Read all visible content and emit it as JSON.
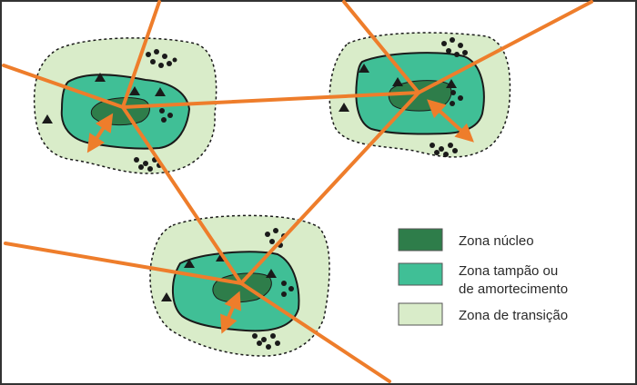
{
  "colors": {
    "core": "#2e7d4a",
    "buffer": "#40bf96",
    "transition": "#d9ecc9",
    "corridor": "#ee7d2b",
    "outline": "#1a1a1a",
    "frame": "#333333"
  },
  "legend": {
    "items": [
      {
        "key": "core",
        "lines": [
          "Zona núcleo"
        ]
      },
      {
        "key": "buffer",
        "lines": [
          "Zona tampão ou",
          "de amortecimento"
        ]
      },
      {
        "key": "transition",
        "lines": [
          "Zona de transição"
        ]
      }
    ]
  }
}
